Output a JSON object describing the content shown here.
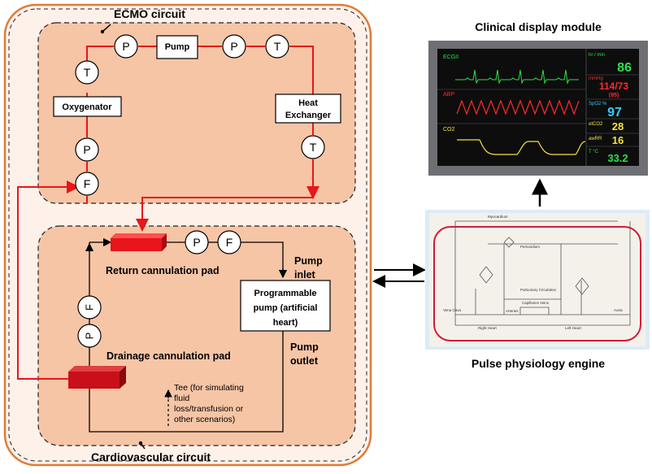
{
  "ecmo": {
    "title": "ECMO circuit",
    "pump": "Pump",
    "oxygenator": "Oxygenator",
    "heat_exchanger_line1": "Heat",
    "heat_exchanger_line2": "Exchanger",
    "p": "P",
    "t": "T",
    "f": "F"
  },
  "cardio": {
    "title": "Cardiovascular circuit",
    "return_pad": "Return cannulation pad",
    "drainage_pad": "Drainage cannulation pad",
    "pump_inlet_line1": "Pump",
    "pump_inlet_line2": "inlet",
    "pump_outlet_line1": "Pump",
    "pump_outlet_line2": "outlet",
    "prog_pump_line1": "Programmable",
    "prog_pump_line2": "pump (artificial",
    "prog_pump_line3": "heart)",
    "tee_line1": "Tee (for simulating",
    "tee_line2": "fluid",
    "tee_line3": "loss/transfusion or",
    "tee_line4": "other scenarios)"
  },
  "monitor": {
    "title": "Clinical display module",
    "ecg_label": "ECGII",
    "abp_label": "ABP",
    "co2_label": "CO2",
    "hr_label": "hr / min",
    "hr_value": "86",
    "bp_label": "mmHg",
    "bp_value": "114/73",
    "bp_mean": "(95)",
    "spo2_label": "SpO2 %",
    "spo2_value": "97",
    "etco2_label": "etCO2",
    "etco2_value": "28",
    "awrr_label": "awRR",
    "awrr_value": "16",
    "temp_label": "T °C",
    "temp_value": "33.2"
  },
  "engine": {
    "title": "Pulse physiology engine",
    "myocardium": "Myocardium",
    "pericardium": "Pericardium",
    "pulmonary": "Pulmonary Circulation",
    "vena_cava": "Vena Cava",
    "right_heart": "Right Heart",
    "left_heart": "Left Heart",
    "capillaries": "Capillaries",
    "veins": "Veins",
    "arteries": "Arteries",
    "aorta": "Aorta"
  },
  "colors": {
    "red_line": "#e8151b",
    "circuit_fill": "#f6c5a6",
    "outer_border": "#e07a35",
    "pad_red": "#d10f17",
    "monitor_bg": "#0d0d0d",
    "green": "#2fe04a",
    "red_text": "#ff2a2a",
    "cyan": "#39c9ff",
    "yellow": "#f5e23a"
  }
}
